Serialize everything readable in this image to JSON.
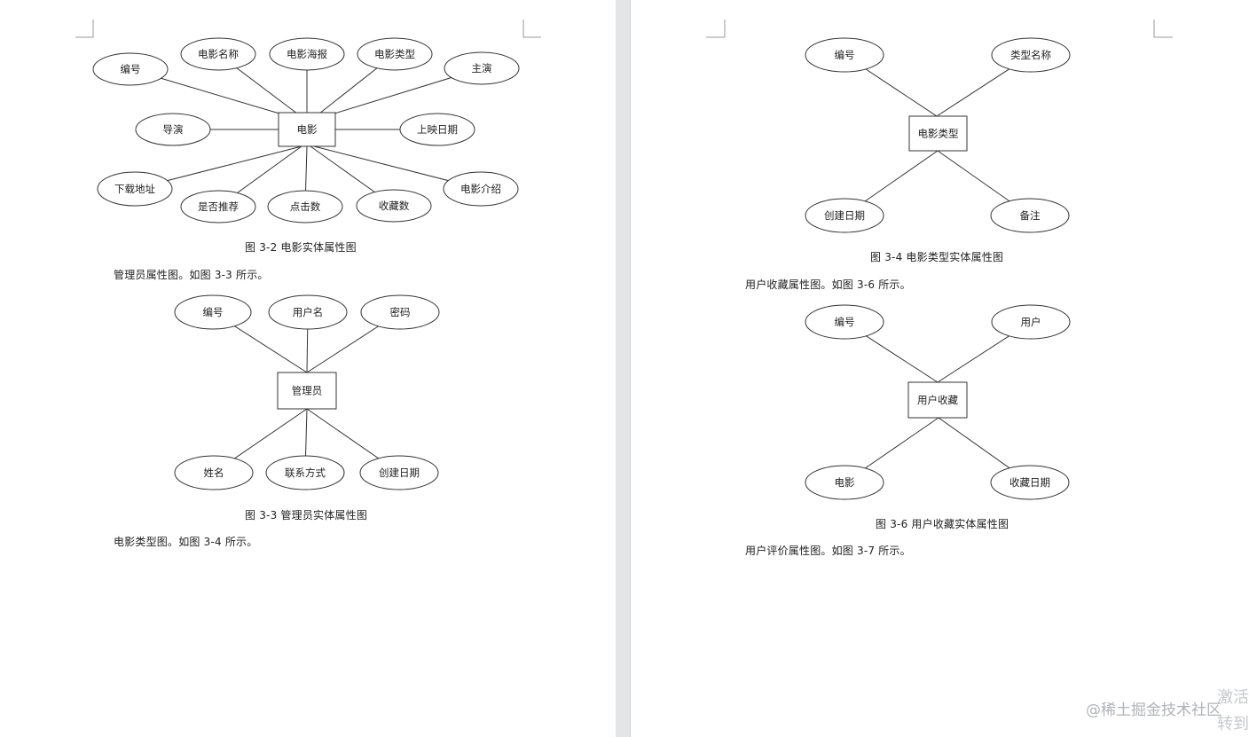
{
  "page_left": {
    "fig_movie": {
      "entity": "电影",
      "attributes": [
        "编号",
        "电影名称",
        "电影海报",
        "电影类型",
        "主演",
        "导演",
        "上映日期",
        "下载地址",
        "是否推荐",
        "点击数",
        "收藏数",
        "电影介绍"
      ],
      "caption": "图 3-2 电影实体属性图"
    },
    "para_admin": "管理员属性图。如图 3-3 所示。",
    "fig_admin": {
      "entity": "管理员",
      "attributes": [
        "编号",
        "用户名",
        "密码",
        "姓名",
        "联系方式",
        "创建日期"
      ],
      "caption": "图 3-3 管理员实体属性图"
    },
    "para_type": "电影类型图。如图 3-4 所示。"
  },
  "page_right": {
    "fig_type": {
      "entity": "电影类型",
      "attributes": [
        "编号",
        "类型名称",
        "创建日期",
        "备注"
      ],
      "caption": "图 3-4 电影类型实体属性图"
    },
    "para_fav": "用户收藏属性图。如图 3-6 所示。",
    "fig_fav": {
      "entity": "用户收藏",
      "attributes": [
        "编号",
        "用户",
        "电影",
        "收藏日期"
      ],
      "caption": "图 3-6 用户收藏实体属性图"
    },
    "para_review": "用户评价属性图。如图 3-7 所示。"
  },
  "watermark": "@稀土掘金技术社区",
  "corner_text": [
    "激活",
    "转到"
  ]
}
